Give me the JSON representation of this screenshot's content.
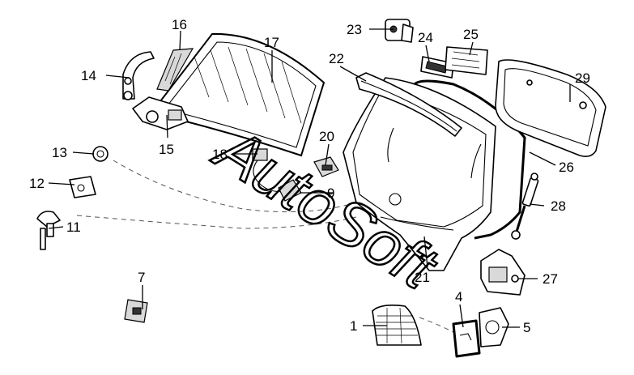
{
  "diagram": {
    "watermark": "AutoSoft",
    "callouts": [
      {
        "id": "1",
        "label": "1"
      },
      {
        "id": "4",
        "label": "4"
      },
      {
        "id": "5",
        "label": "5"
      },
      {
        "id": "7",
        "label": "7"
      },
      {
        "id": "9",
        "label": "9"
      },
      {
        "id": "11",
        "label": "11"
      },
      {
        "id": "12",
        "label": "12"
      },
      {
        "id": "13",
        "label": "13"
      },
      {
        "id": "14",
        "label": "14"
      },
      {
        "id": "15",
        "label": "15"
      },
      {
        "id": "16",
        "label": "16"
      },
      {
        "id": "17",
        "label": "17"
      },
      {
        "id": "18",
        "label": "18"
      },
      {
        "id": "20",
        "label": "20"
      },
      {
        "id": "21",
        "label": "21"
      },
      {
        "id": "22",
        "label": "22"
      },
      {
        "id": "23",
        "label": "23"
      },
      {
        "id": "24",
        "label": "24"
      },
      {
        "id": "25",
        "label": "25"
      },
      {
        "id": "26",
        "label": "26"
      },
      {
        "id": "27",
        "label": "27"
      },
      {
        "id": "28",
        "label": "28"
      },
      {
        "id": "29",
        "label": "29"
      }
    ]
  }
}
